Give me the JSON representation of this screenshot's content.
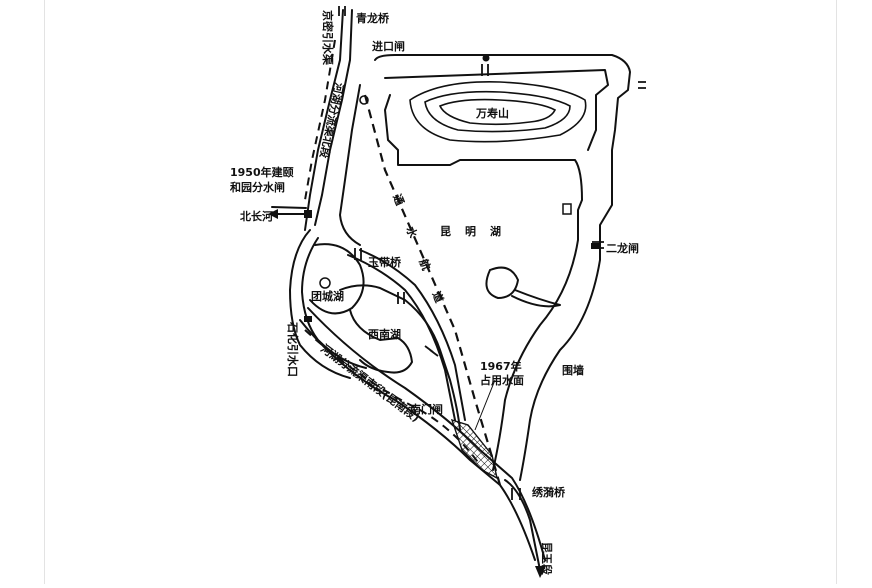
{
  "map": {
    "labels": {
      "jingmi": "京密引水渠",
      "qinglong": "青龙桥",
      "jinkouzha": "进口闸",
      "wanshoushan": "万寿山",
      "hehu_north": "河湖分流渠北段",
      "fenshuizha_1": "1950年建颐",
      "fenshuizha_2": "和园分水闸",
      "beichanghe": "北长河",
      "kunminghu": "昆明湖",
      "hangdao": "通水航道",
      "erlongzha": "二龙闸",
      "yudaiqiao": "玉带桥",
      "tuanchenghu": "团城湖",
      "xinanhu": "西南湖",
      "shihua": "石化引水口",
      "hehu_south": "河湖分流渠南段(昆南段)",
      "nanmenzha": "南门闸",
      "shuimian_1": "1967年",
      "shuimian_2": "占用水面",
      "weiqiang": "围墙",
      "xiuyiqiao": "绣漪桥",
      "kunyu": "昆玉段"
    }
  }
}
